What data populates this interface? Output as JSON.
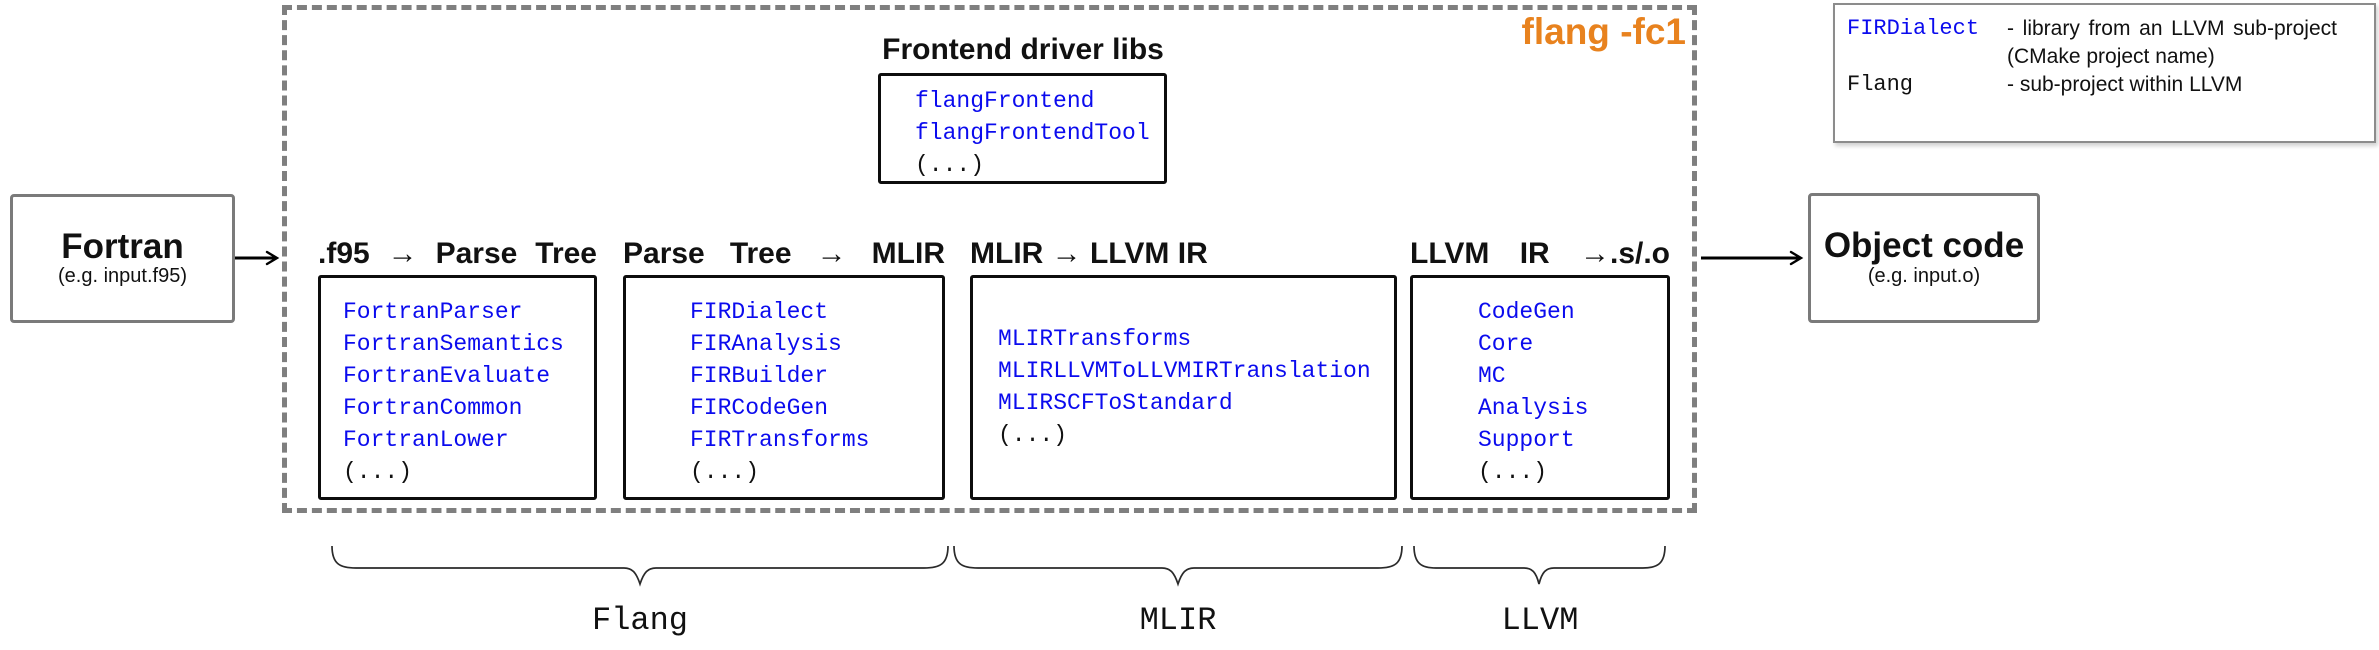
{
  "colors": {
    "accent_orange": "#e8821e",
    "lib_blue": "#0b0bee"
  },
  "input_box": {
    "title": "Fortran",
    "subtitle": "(e.g. input.f95)"
  },
  "output_box": {
    "title": "Object code",
    "subtitle": "(e.g. input.o)"
  },
  "driver_label": "flang -fc1",
  "frontend": {
    "title": "Frontend driver libs",
    "libs": [
      "flangFrontend",
      "flangFrontendTool"
    ],
    "more": "(...)"
  },
  "stages": [
    {
      "title": ".f95 → Parse Tree",
      "libs": [
        "FortranParser",
        "FortranSemantics",
        "FortranEvaluate",
        "FortranCommon",
        "FortranLower"
      ],
      "more": "(...)"
    },
    {
      "title": "Parse Tree → MLIR",
      "libs": [
        "FIRDialect",
        "FIRAnalysis",
        "FIRBuilder",
        "FIRCodeGen",
        "FIRTransforms"
      ],
      "more": "(...)"
    },
    {
      "title": "MLIR → LLVM IR",
      "libs": [
        "MLIRTransforms",
        "MLIRLLVMToLLVMIRTranslation",
        "MLIRSCFToStandard"
      ],
      "more": "(...)"
    },
    {
      "title": "LLVM IR →.s/.o",
      "libs": [
        "CodeGen",
        "Core",
        "MC",
        "Analysis",
        "Support"
      ],
      "more": "(...)"
    }
  ],
  "legend": {
    "rows": [
      {
        "term": "FIRDialect",
        "desc": "- library from an LLVM sub-project (CMake project name)"
      },
      {
        "term": "Flang",
        "desc": "- sub-project within LLVM"
      }
    ]
  },
  "braces": [
    {
      "label": "Flang"
    },
    {
      "label": "MLIR"
    },
    {
      "label": "LLVM"
    }
  ]
}
